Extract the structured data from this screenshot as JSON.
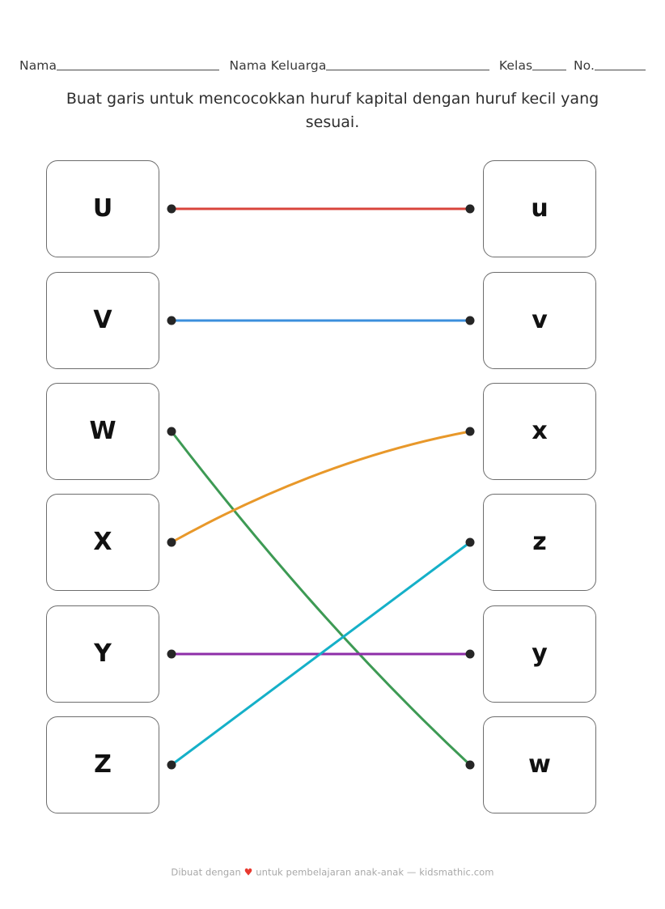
{
  "header": {
    "fields": [
      {
        "label": "Nama",
        "name": "nama"
      },
      {
        "label": "Nama Keluarga",
        "name": "nama-keluarga"
      },
      {
        "label": "Kelas",
        "name": "kelas"
      },
      {
        "label": "No.",
        "name": "no"
      }
    ]
  },
  "instruction": {
    "text": "Buat garis untuk mencocokkan huruf kapital dengan huruf kecil yang sesuai."
  },
  "worksheet": {
    "left_column": [
      {
        "letter": "U"
      },
      {
        "letter": "V"
      },
      {
        "letter": "W"
      },
      {
        "letter": "X"
      },
      {
        "letter": "Y"
      },
      {
        "letter": "Z"
      }
    ],
    "right_column": [
      {
        "letter": "u"
      },
      {
        "letter": "v"
      },
      {
        "letter": "x"
      },
      {
        "letter": "z"
      },
      {
        "letter": "y"
      },
      {
        "letter": "w"
      }
    ],
    "connections": [
      {
        "from": "U",
        "to": "u",
        "color": "#d9453c",
        "from_row": 0,
        "to_row": 0,
        "curve": 0
      },
      {
        "from": "V",
        "to": "v",
        "color": "#3b8fdc",
        "from_row": 1,
        "to_row": 1,
        "curve": 0
      },
      {
        "from": "W",
        "to": "w",
        "color": "#3d9a54",
        "from_row": 2,
        "to_row": 5,
        "curve": 34
      },
      {
        "from": "X",
        "to": "x",
        "color": "#e8982a",
        "from_row": 3,
        "to_row": 2,
        "curve": -34
      },
      {
        "from": "Y",
        "to": "y",
        "color": "#8e2ea8",
        "from_row": 4,
        "to_row": 4,
        "curve": 0
      },
      {
        "from": "Z",
        "to": "z",
        "color": "#15b0c8",
        "from_row": 5,
        "to_row": 3,
        "curve": 0
      }
    ],
    "dot_color": "#262626"
  },
  "footer": {
    "prefix": "Dibuat dengan",
    "heart": "♥",
    "suffix": "untuk pembelajaran anak-anak — kidsmathic.com"
  }
}
